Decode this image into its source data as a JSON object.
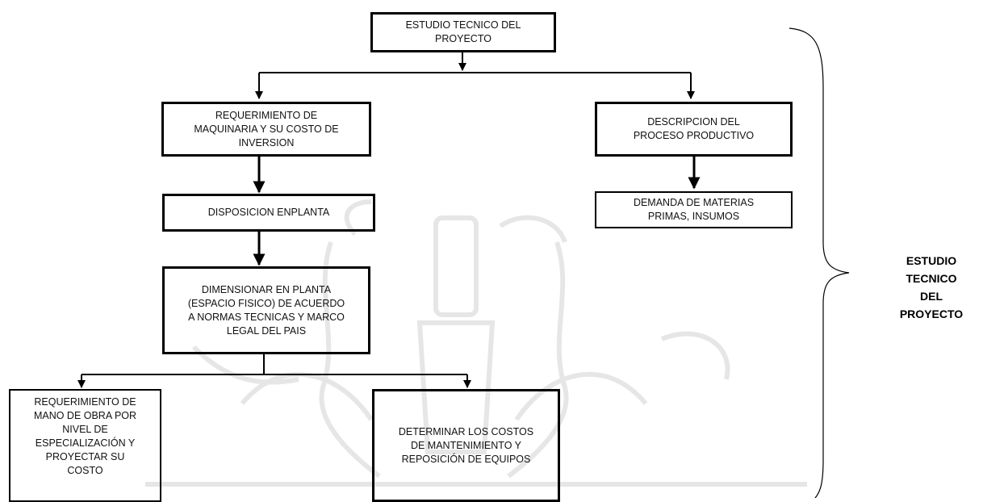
{
  "boxes": {
    "root": [
      "ESTUDIO TECNICO DEL",
      "PROYECTO"
    ],
    "maquinaria": [
      "REQUERIMIENTO DE",
      "MAQUINARIA Y SU COSTO DE",
      "INVERSION"
    ],
    "proceso": [
      "DESCRIPCION DEL",
      "PROCESO PRODUCTIVO"
    ],
    "disposicion": [
      "DISPOSICION ENPLANTA"
    ],
    "materias": [
      "DEMANDA DE MATERIAS",
      "PRIMAS, INSUMOS"
    ],
    "dimensionar": [
      "DIMENSIONAR EN PLANTA",
      "(ESPACIO FISICO) DE ACUERDO",
      "A NORMAS TECNICAS Y MARCO",
      "LEGAL DEL PAIS"
    ],
    "mano_obra": [
      "REQUERIMIENTO DE",
      "MANO DE OBRA POR",
      "NIVEL DE",
      "ESPECIALIZACIÓN Y",
      "PROYECTAR SU",
      "COSTO"
    ],
    "costos": [
      "DETERMINAR LOS COSTOS",
      "DE MANTENIMIENTO Y",
      "REPOSICIÓN DE EQUIPOS"
    ]
  },
  "brace_label": [
    "ESTUDIO",
    "TECNICO",
    "DEL",
    "PROYECTO"
  ]
}
